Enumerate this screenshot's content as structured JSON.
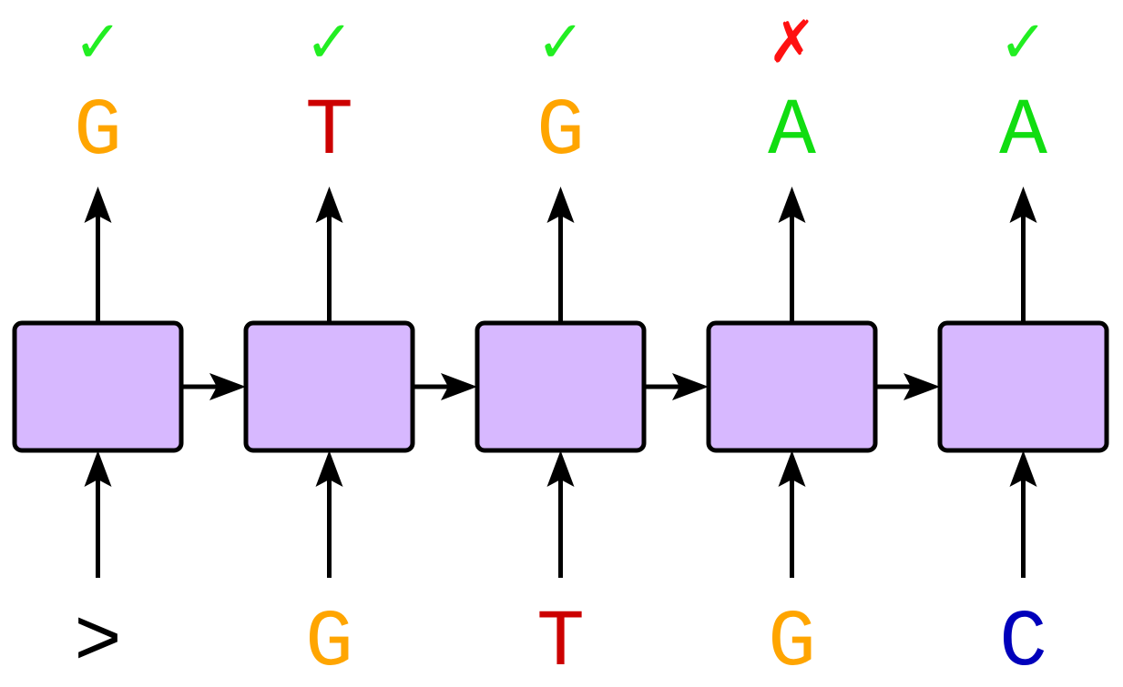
{
  "colors": {
    "cell_fill": "#d7b8ff",
    "G": "#ffa500",
    "T": "#cc0000",
    "A": "#11dd11",
    "C": "#0000bb",
    "start": "#000000",
    "correct": "#22ee22",
    "wrong": "#ff1111"
  },
  "steps": [
    {
      "input": ">",
      "output": "G",
      "mark": "✓",
      "correct": true
    },
    {
      "input": "G",
      "output": "T",
      "mark": "✓",
      "correct": true
    },
    {
      "input": "T",
      "output": "G",
      "mark": "✓",
      "correct": true
    },
    {
      "input": "G",
      "output": "A",
      "mark": "✗",
      "correct": false
    },
    {
      "input": "C",
      "output": "A",
      "mark": "✓",
      "correct": true
    }
  ]
}
